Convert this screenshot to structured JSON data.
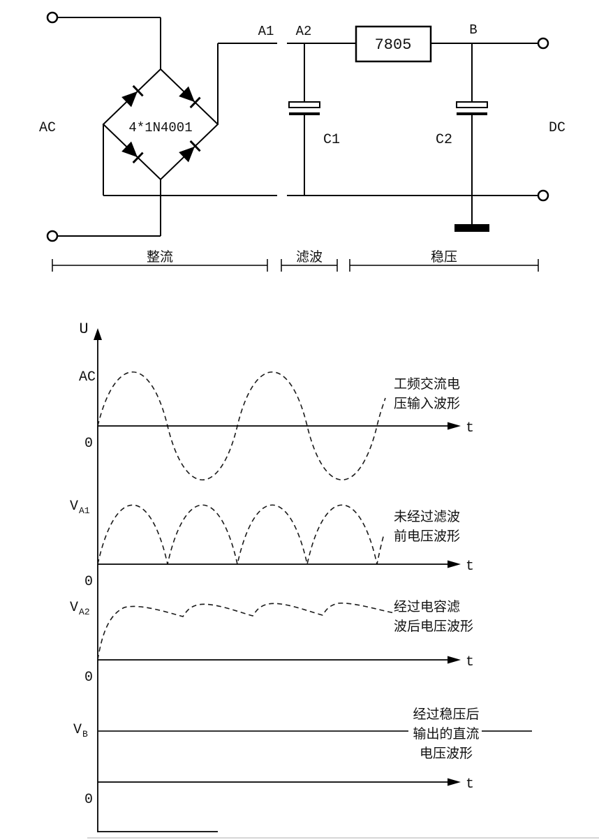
{
  "circuit": {
    "ac_label": "AC",
    "dc_label": "DC",
    "bridge_label": "4*1N4001",
    "regulator_label": "7805",
    "node_a1": "A1",
    "node_a2": "A2",
    "node_b": "B",
    "cap1_label": "C1",
    "cap2_label": "C2",
    "sections": [
      {
        "label": "整流"
      },
      {
        "label": "滤波"
      },
      {
        "label": "稳压"
      }
    ]
  },
  "waveforms": {
    "u_axis_label": "U",
    "t_axis_label": "t",
    "origin_label": "0",
    "rows": [
      {
        "label_main": "AC",
        "label_sub": "",
        "annotation_lines": [
          "工频交流电",
          "压输入波形"
        ],
        "waveform_type": "dashed-sine-two-periods"
      },
      {
        "label_main": "V",
        "label_sub": "A1",
        "annotation_lines": [
          "未经过滤波",
          "前电压波形"
        ],
        "waveform_type": "dashed-full-wave-rectified-humps"
      },
      {
        "label_main": "V",
        "label_sub": "A2",
        "annotation_lines": [
          "经过电容滤",
          "波后电压波形"
        ],
        "waveform_type": "dashed-capacitor-filtered-ripple"
      },
      {
        "label_main": "V",
        "label_sub": "B",
        "annotation_lines": [
          "经过稳压后",
          "输出的直流",
          "电压波形"
        ],
        "waveform_type": "solid-flat-dc-line"
      }
    ]
  }
}
